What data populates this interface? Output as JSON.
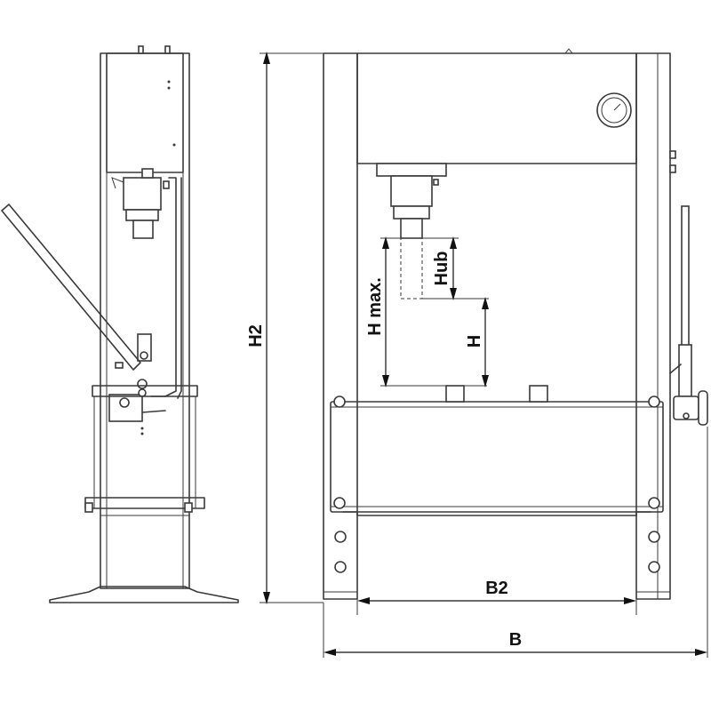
{
  "dimensions": {
    "h2": "H2",
    "b2": "B2",
    "b": "B",
    "h_max": "H max.",
    "h": "H",
    "hub": "Hub"
  }
}
